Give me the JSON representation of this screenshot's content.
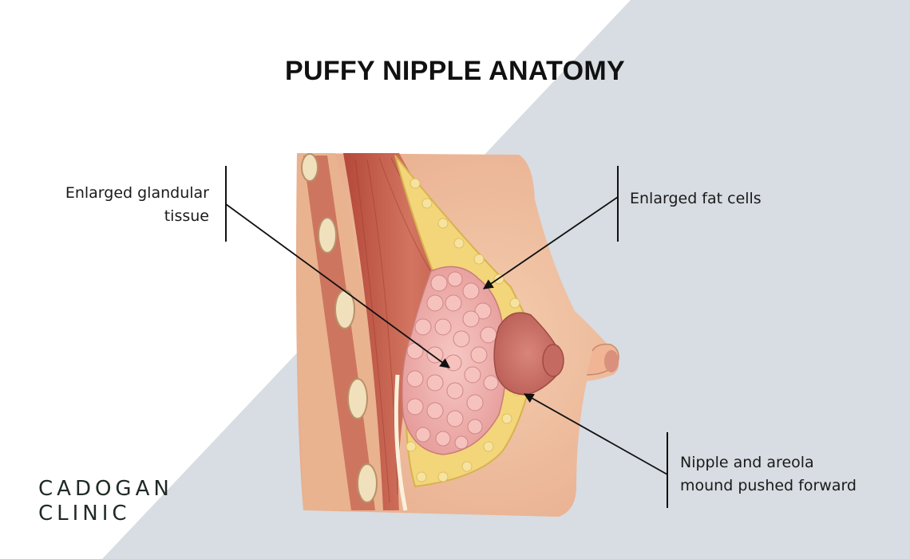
{
  "title": "PUFFY NIPPLE ANATOMY",
  "labels": {
    "glandular_line1": "Enlarged glandular",
    "glandular_line2": "tissue",
    "fat": "Enlarged fat cells",
    "nipple_line1": "Nipple and areola",
    "nipple_line2": "mound pushed forward"
  },
  "logo": {
    "line1": "CADOGAN",
    "line2": "CLINIC"
  },
  "colors": {
    "background_light": "#ffffff",
    "background_diagonal": "#d7dde2",
    "skin": "#f1c3a3",
    "muscle": "#c8614f",
    "fat": "#f3d57a",
    "gland": "#f2b3b0",
    "text": "#1a1a1a"
  }
}
